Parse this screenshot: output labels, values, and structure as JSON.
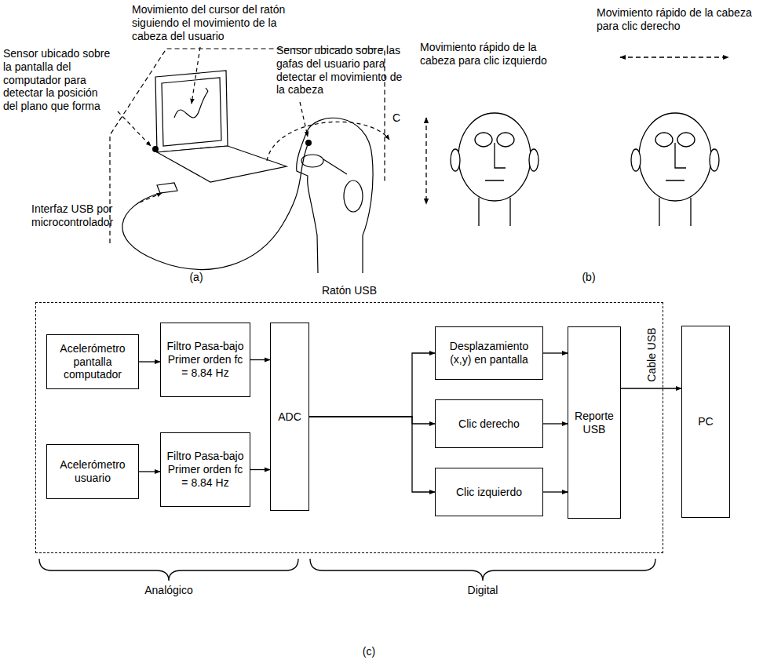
{
  "diagram": {
    "nodes": [
      {
        "text": [
          "Ratón USB"
        ]
      },
      {
        "text": [
          "Acelerómetro pantalla computador"
        ],
        "in": 0
      },
      {
        "text": [
          "Filtro Pasa-bajo Primer orden fc = 8.84 Hz"
        ],
        "in": 0
      },
      {
        "text": [
          "Acelerómetro usuario"
        ],
        "in": 0
      },
      {
        "text": [
          "Filtro Pasa-bajo Primer orden fc = 8.84 Hz"
        ],
        "in": 0
      },
      {
        "text": [
          "ADC"
        ],
        "in": 0
      },
      {
        "text": [
          "Desplazamiento (x,y) en pantalla"
        ],
        "in": 0
      },
      {
        "text": [
          "Clic derecho"
        ],
        "in": 0
      },
      {
        "text": [
          "Clic izquierdo"
        ],
        "in": 0
      },
      {
        "text": [
          "Reporte USB"
        ],
        "in": 0
      },
      {
        "text": [
          "PC"
        ]
      }
    ],
    "edges": [
      {
        "from": 1,
        "to": 2,
        "arrow": "to"
      },
      {
        "from": 3,
        "to": 4,
        "arrow": "to"
      },
      {
        "from": 2,
        "to": 5,
        "arrow": "to"
      },
      {
        "from": 4,
        "to": 5,
        "arrow": "to"
      },
      {
        "from": 5,
        "to": 6,
        "arrow": "to"
      },
      {
        "from": 5,
        "to": 7,
        "arrow": "to"
      },
      {
        "from": 5,
        "to": 8,
        "arrow": "to"
      },
      {
        "from": 6,
        "to": 9,
        "arrow": "to"
      },
      {
        "from": 7,
        "to": 9,
        "arrow": "to"
      },
      {
        "from": 8,
        "to": 9,
        "arrow": "to"
      },
      {
        "from": 9,
        "to": 10,
        "label": "Cable USB",
        "arrow": "to"
      }
    ],
    "labels": [
      "Movimiento del cursor del ratón siguiendo el movimiento de la cabeza del usuario",
      "Sensor ubicado sobre la pantalla del computador para detectar la posición del plano que forma",
      "Sensor ubicado sobre las gafas del usuario para detectar el movimiento de la cabeza",
      "C",
      "Interfaz USB por microcontrolador",
      "(a)",
      "Movimiento rápido de la cabeza para clic izquierdo",
      "Movimiento rápido de la cabeza para clic derecho",
      "(b)",
      "Analógico",
      "Digital",
      "(c)"
    ]
  }
}
